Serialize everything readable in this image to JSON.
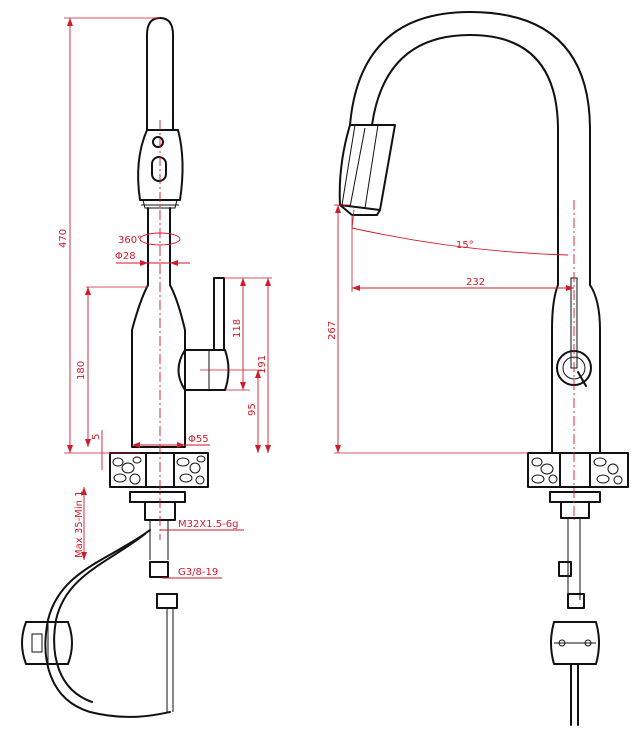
{
  "dimensions": {
    "total_height": "470",
    "rotation": "360°",
    "neck_diameter": "Φ28",
    "body_height": "180",
    "handle_length": "118",
    "overall_body_height": "191",
    "handle_offset": "95",
    "base_diameter": "Φ55",
    "base_gap": "5",
    "deck_thickness": "Max 35-Min 1",
    "thread_size": "M32X1.5-6g",
    "hose_connector": "G3/8-19",
    "spout_angle": "15°",
    "spout_reach": "232",
    "spout_height": "267"
  },
  "colors": {
    "outline": "#111111",
    "dimension": "#d11a2a"
  }
}
